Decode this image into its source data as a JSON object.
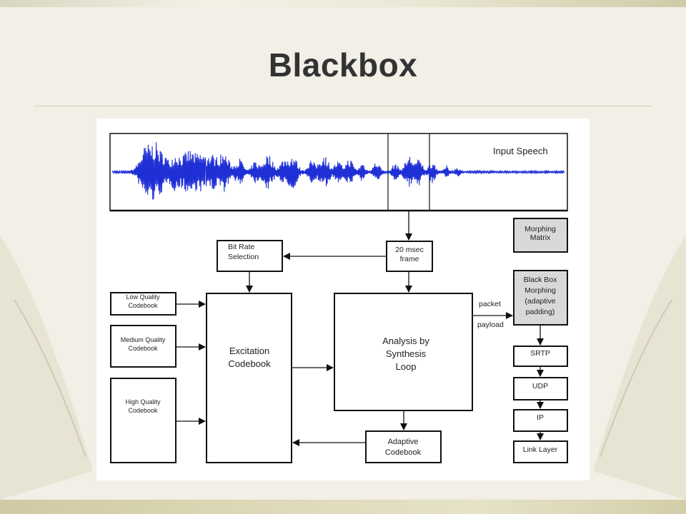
{
  "slide": {
    "title": "Blackbox"
  },
  "diagram": {
    "input_speech": "Input Speech",
    "frame": [
      "20 msec",
      "frame"
    ],
    "bit_rate": [
      "Bit Rate",
      "Selection"
    ],
    "low_quality": [
      "Low Quality",
      "Codebook"
    ],
    "medium_quality": [
      "Medium Quality",
      "Codebook"
    ],
    "high_quality": [
      "High Quality",
      "Codebook"
    ],
    "excitation": [
      "Excitation",
      "Codebook"
    ],
    "analysis": [
      "Analysis by",
      "Synthesis",
      "Loop"
    ],
    "adaptive": [
      "Adaptive",
      "Codebook"
    ],
    "packet": "packet",
    "payload": "payload",
    "morphing_matrix": [
      "Morphing",
      "Matrix"
    ],
    "black_box": [
      "Black Box",
      "Morphing",
      "(adaptive",
      "padding)"
    ],
    "srtp": "SRTP",
    "udp": "UDP",
    "ip": "IP",
    "link_layer": "Link Layer"
  },
  "colors": {
    "waveform": "#1f2fd6",
    "box_stroke": "#111111",
    "shaded_box": "#d9d9d9",
    "background": "#f1efe6"
  }
}
